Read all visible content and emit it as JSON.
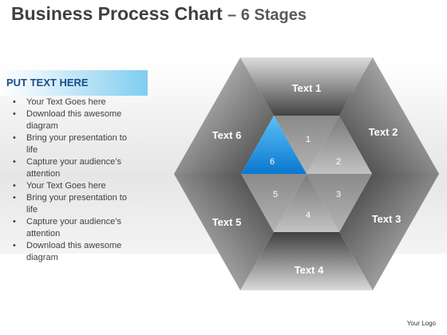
{
  "title": {
    "main": "Business Process Chart",
    "sub": "– 6 Stages"
  },
  "left_panel": {
    "heading": "PUT TEXT HERE",
    "bullets": [
      "Your Text Goes here",
      "Download this awesome diagram",
      "Bring your presentation to life",
      "Capture your audience’s attention",
      "Your Text Goes here",
      "Bring your presentation to life",
      "Capture your audience’s attention",
      "Download this awesome diagram"
    ]
  },
  "stages": [
    {
      "outer_label": "Text 1",
      "inner_label": "1",
      "highlighted": false
    },
    {
      "outer_label": "Text 2",
      "inner_label": "2",
      "highlighted": false
    },
    {
      "outer_label": "Text 3",
      "inner_label": "3",
      "highlighted": false
    },
    {
      "outer_label": "Text 4",
      "inner_label": "4",
      "highlighted": false
    },
    {
      "outer_label": "Text 5",
      "inner_label": "5",
      "highlighted": false
    },
    {
      "outer_label": "Text 6",
      "inner_label": "6",
      "highlighted": true
    }
  ],
  "colors": {
    "highlight": "#1a8fe0",
    "header_text": "#1a4c8a",
    "title_text": "#404040"
  },
  "footer": {
    "logo": "Your Logo"
  }
}
